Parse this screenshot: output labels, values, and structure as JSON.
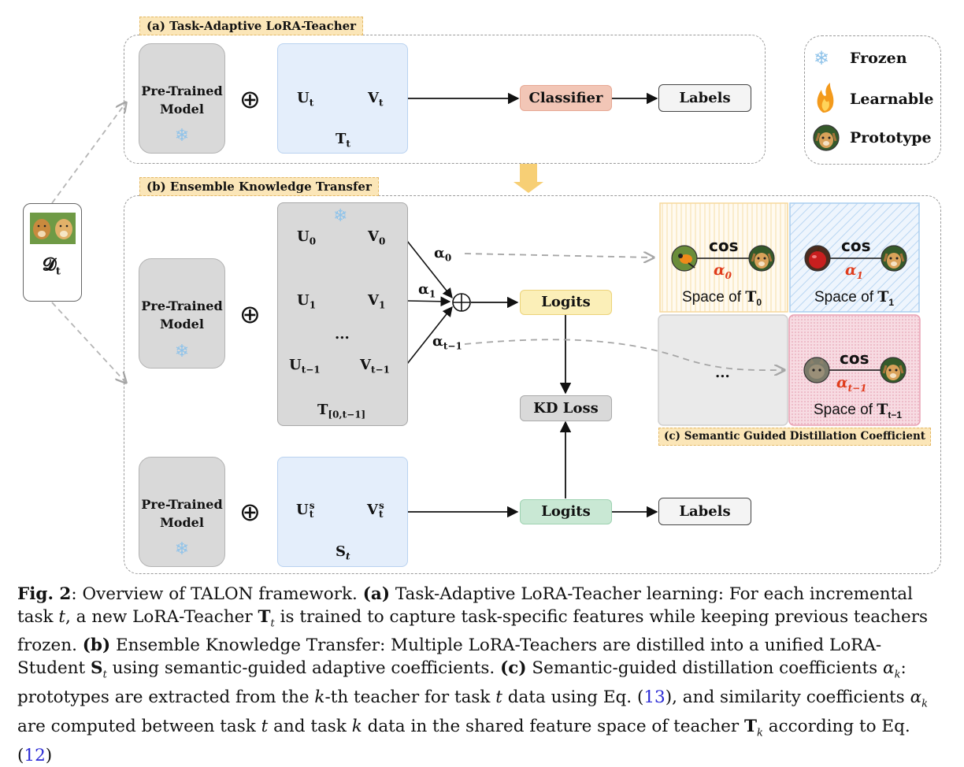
{
  "section_a": {
    "tag": "(a) Task-Adaptive LoRA-Teacher"
  },
  "section_b": {
    "tag": "(b) Ensemble Knowledge Transfer"
  },
  "section_c": {
    "tag": "(c) Semantic Guided Distillation Coefficient"
  },
  "pretrained_label_line1": "Pre-Trained",
  "pretrained_label_line2": "Model",
  "dataset": {
    "label": "𝓓",
    "sub": "t"
  },
  "teacher_t": {
    "u": "U",
    "u_sub": "t",
    "v": "V",
    "v_sub": "t",
    "name": "T",
    "name_sub": "t"
  },
  "teachers": {
    "u0": "U",
    "u0_sub": "0",
    "v0": "V",
    "v0_sub": "0",
    "u1": "U",
    "u1_sub": "1",
    "v1": "V",
    "v1_sub": "1",
    "ellipsis": "...",
    "ut": "U",
    "ut_sub": "t−1",
    "vt": "V",
    "vt_sub": "t−1",
    "name": "T",
    "name_sub": "[0,t−1]"
  },
  "student": {
    "u": "U",
    "u_sub": "t",
    "u_sup": "s",
    "v": "V",
    "v_sub": "t",
    "v_sup": "s",
    "name": "S",
    "name_sub": "t"
  },
  "buttons": {
    "classifier": "Classifier",
    "labels_top": "Labels",
    "logits_teacher": "Logits",
    "kd_loss": "KD Loss",
    "logits_student": "Logits",
    "labels_bottom": "Labels"
  },
  "alphas": {
    "a0": "α",
    "a0_sub": "0",
    "a1": "α",
    "a1_sub": "1",
    "at": "α",
    "at_sub": "t−1"
  },
  "spaces": {
    "cos": "cos",
    "s0": "Space of ",
    "s0_name": "T",
    "s0_sub": "0",
    "s0_alpha": "α",
    "s0_alpha_sub": "0",
    "s1": "Space of ",
    "s1_name": "T",
    "s1_sub": "1",
    "s1_alpha": "α",
    "s1_alpha_sub": "1",
    "dots": "...",
    "st": "Space of ",
    "st_name": "T",
    "st_sub": "t−1",
    "st_alpha": "α",
    "st_alpha_sub": "t−1"
  },
  "legend": {
    "frozen": "Frozen",
    "learnable": "Learnable",
    "prototype": "Prototype"
  },
  "caption": {
    "fig": "Fig. 2",
    "p1": ": Overview of TALON framework. ",
    "a": "(a)",
    "p2": " Task-Adaptive LoRA-Teacher learning: For each incremental task ",
    "t1": "t",
    "p3": ", a new LoRA-Teacher ",
    "T1": "T",
    "T1sub": "t",
    "p4": " is trained to capture task-specific features while keeping previous teachers frozen. ",
    "b": "(b)",
    "p5": " Ensemble Knowledge Transfer: Multiple LoRA-Teachers are distilled into a unified LoRA-Student ",
    "S": "S",
    "Ssub": "t",
    "p6": " using semantic-guided adaptive coefficients. ",
    "c": "(c)",
    "p7": " Semantic-guided distillation coefficients ",
    "ak1": "α",
    "ak1sub": "k",
    "p8": ": prototypes are extracted from the ",
    "k1": "k",
    "p9": "-th teacher for task ",
    "t2": "t",
    "p10": " data using Eq. (",
    "ref13": "13",
    "p11": "), and similarity coefficients ",
    "ak2": "α",
    "ak2sub": "k",
    "p12": " are computed between task ",
    "t3": "t",
    "p13": " and task ",
    "k2": "k",
    "p14": " data in the shared feature space of teacher ",
    "Tk": "T",
    "Tksub": "k",
    "p15": " according to Eq. (",
    "ref12": "12",
    "p16": ")"
  },
  "colors": {
    "teacher_fill": "#f0c4b4",
    "teacher_stroke": "#e3a890",
    "yellow_fill": "#fbefc7",
    "blue_fill": "#c7def5",
    "pink_fill": "#efc0cc",
    "green_fill": "#c6e6d2",
    "alpha_red": "#e03c1c"
  }
}
